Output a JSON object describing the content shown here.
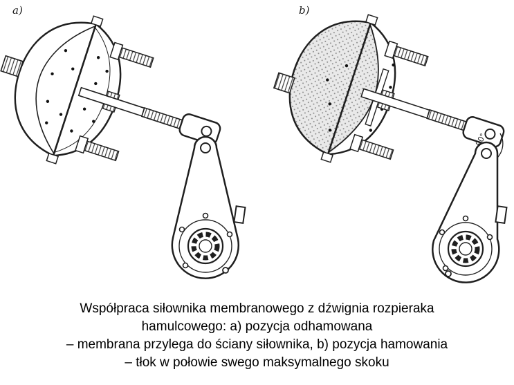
{
  "figure": {
    "panel_a_label": "a)",
    "panel_b_label": "b)",
    "angle_label": "90°",
    "description": "brake-diaphragm-actuator-with-slack-adjuster-lever"
  },
  "caption": {
    "lines": [
      "Współpraca siłownika membranowego z dźwignia rozpieraka",
      "hamulcowego: a) pozycja odhamowana",
      "– membrana przylega do ściany siłownika, b) pozycja hamowania",
      "– tłok w połowie swego maksymalnego skoku"
    ]
  },
  "colors": {
    "ink": "#1f1f1f",
    "paper": "#ffffff",
    "stipple_fill": "#e9e9e9",
    "stipple_dot": "#8a8a8a"
  }
}
